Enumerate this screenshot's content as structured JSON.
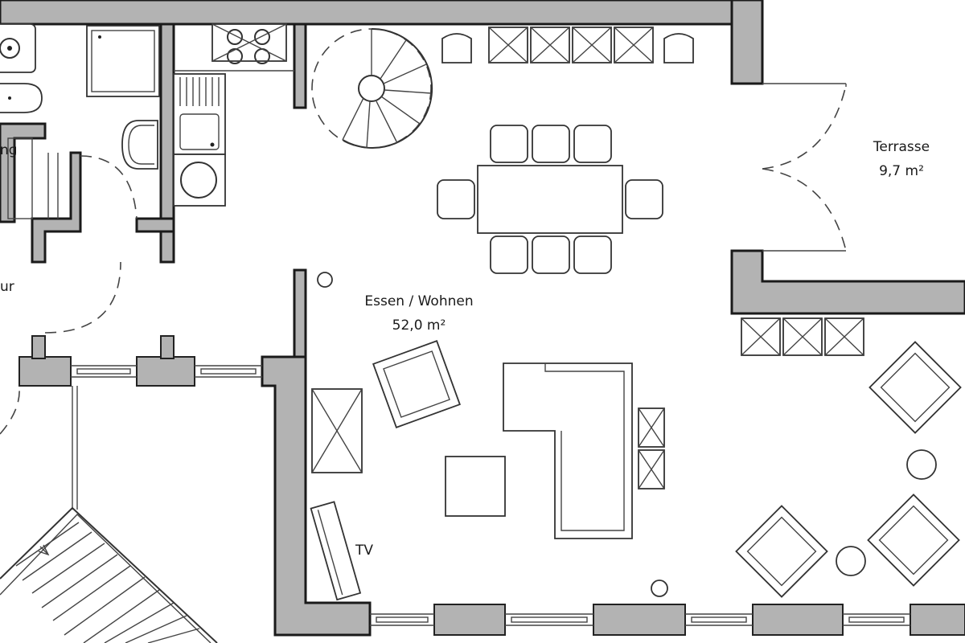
{
  "rooms": {
    "living": {
      "name": "Essen / Wohnen",
      "area": "52,0 m²"
    },
    "terrace": {
      "name": "Terrasse",
      "area": "9,7 m²"
    },
    "left_top": {
      "name_fragment": "ng"
    },
    "left_mid": {
      "name_fragment": "ur"
    },
    "tv_label": "TV"
  },
  "colors": {
    "wall_fill": "#b3b3b3",
    "wall_stroke": "#1a1a1a",
    "line": "#333333",
    "background": "#ffffff"
  }
}
